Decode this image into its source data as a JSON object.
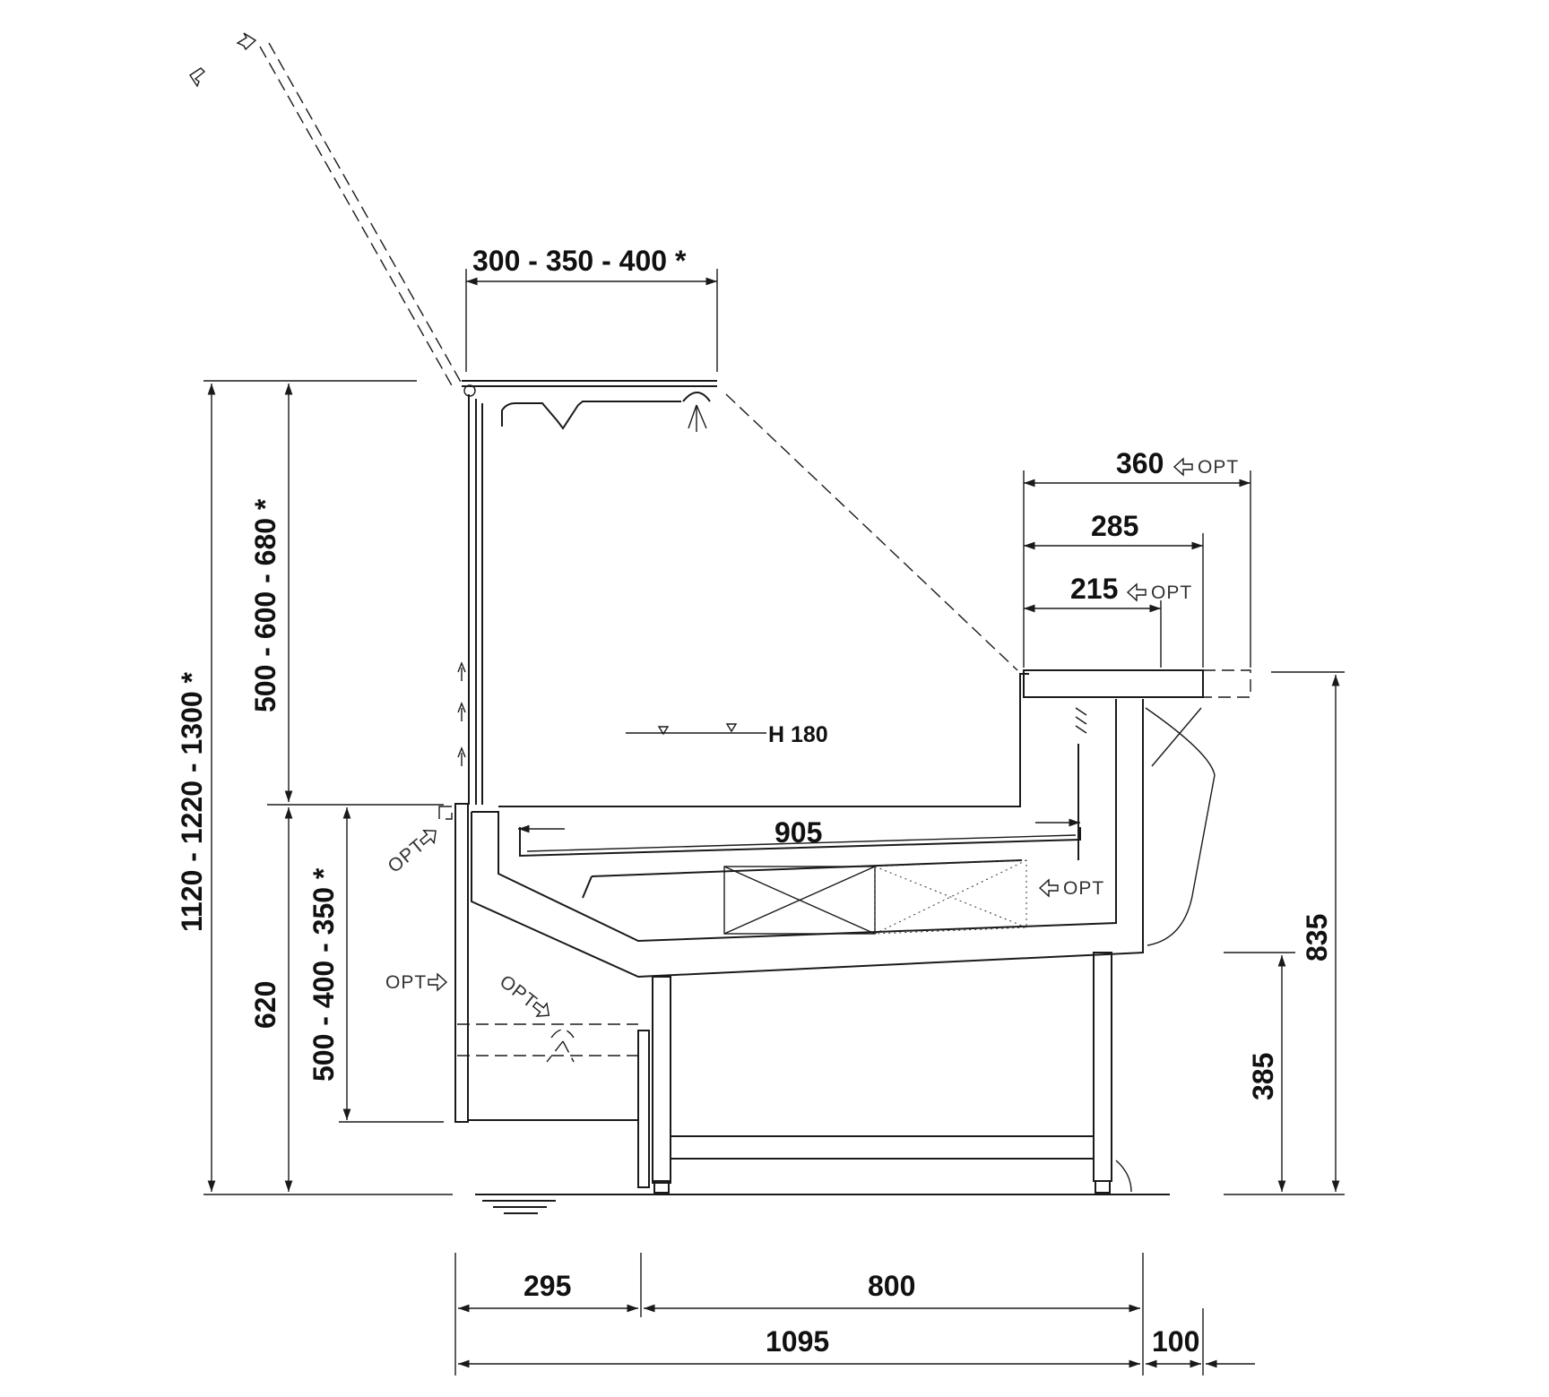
{
  "dimensions": {
    "canopy_depth": "300 - 350 -  400  *",
    "total_height": "1120 - 1220 - 1300  *",
    "glass_height": "500 - 600 - 680  *",
    "counter_height": "620",
    "front_panel_height": "500 - 400 - 350 *",
    "shelf_depth_max": "360",
    "shelf_depth_std": "285",
    "shelf_depth_min": "215",
    "shelf_top_height": "835",
    "service_step_height": "385",
    "inner_width": "905",
    "front_depth": "295",
    "base_depth": "800",
    "overall_depth": "1095",
    "rear_overhang": "100",
    "display_level": "H 180"
  },
  "labels": {
    "optional": "OPT",
    "asterisk": "*"
  },
  "icons": {
    "optional_marker": "hollow-arrow-icon",
    "canopy_lamp": "lamp-icon",
    "floor": "ground-symbol-icon"
  }
}
